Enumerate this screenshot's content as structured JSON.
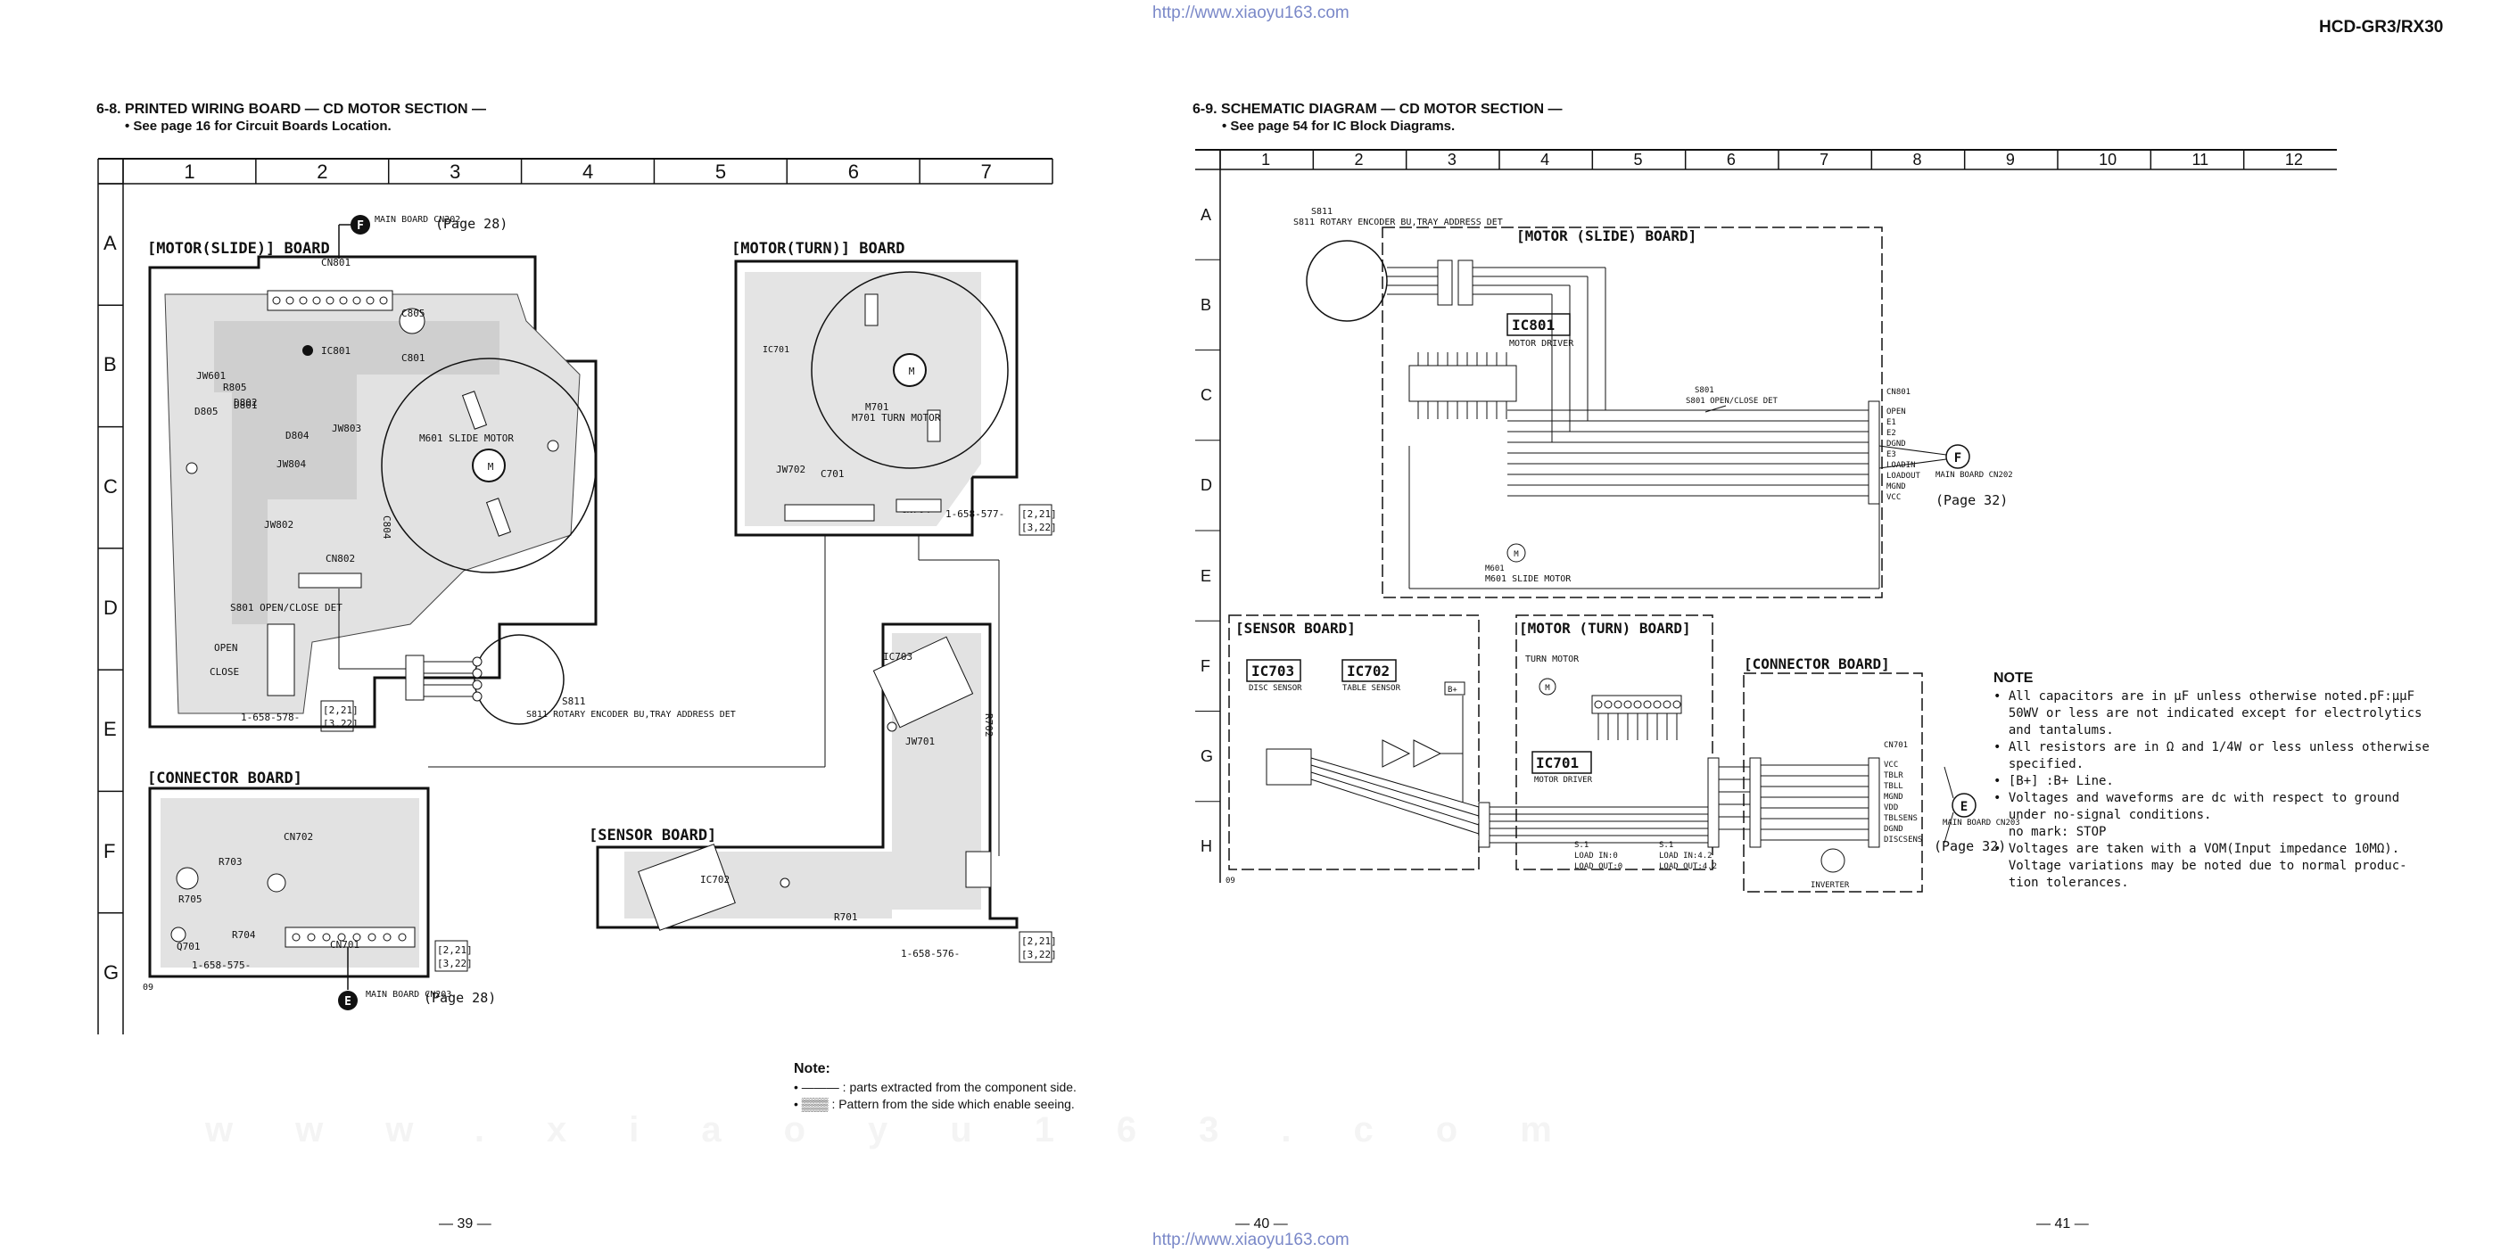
{
  "header": {
    "url_top": "http://www.xiaoyu163.com",
    "url_bottom": "http://www.xiaoyu163.com",
    "model": "HCD-GR3/RX30"
  },
  "left": {
    "title": "6-8. PRINTED WIRING BOARD — CD MOTOR SECTION —",
    "subtitle": "• See page 16 for Circuit Boards Location.",
    "columns": [
      "1",
      "2",
      "3",
      "4",
      "5",
      "6",
      "7"
    ],
    "rows": [
      "A",
      "B",
      "C",
      "D",
      "E",
      "F",
      "G"
    ],
    "boards": {
      "slide": "[MOTOR(SLIDE)] BOARD",
      "turn": "[MOTOR(TURN)] BOARD",
      "connector": "[CONNECTOR BOARD]",
      "sensor": "[SENSOR BOARD]"
    },
    "labels": {
      "main_board_f": "MAIN BOARD CN202",
      "page_f": "(Page 28)",
      "main_board_e": "MAIN BOARD CN203",
      "page_e": "(Page 28)",
      "m601": "M601 SLIDE MOTOR",
      "m701": "M701 TURN MOTOR",
      "s801": "S801 OPEN/CLOSE DET",
      "s811": "S811 ROTARY ENCODER BU,TRAY ADDRESS DET",
      "ref_slide": "1-658-578-",
      "ref_turn": "1-658-577-",
      "ref_conn": "1-658-575-",
      "ref_sensor": "1-658-576-",
      "box_ref": "[2,21] [3,22]",
      "corner": "09"
    },
    "note": {
      "title": "Note:",
      "line1": "• ——— : parts extracted from the component side.",
      "line2": "• ▒▒▒ : Pattern from the side which enable seeing."
    }
  },
  "right": {
    "title": "6-9. SCHEMATIC DIAGRAM — CD MOTOR SECTION —",
    "subtitle": "• See page 54 for IC Block Diagrams.",
    "columns": [
      "1",
      "2",
      "3",
      "4",
      "5",
      "6",
      "7",
      "8",
      "9",
      "10",
      "11",
      "12"
    ],
    "rows": [
      "A",
      "B",
      "C",
      "D",
      "E",
      "F",
      "G",
      "H"
    ],
    "boards": {
      "slide": "[MOTOR (SLIDE) BOARD]",
      "sensor": "[SENSOR BOARD]",
      "turn": "[MOTOR (TURN) BOARD]",
      "connector": "[CONNECTOR BOARD]"
    },
    "labels": {
      "s811": "S811 ROTARY ENCODER BU,TRAY ADDRESS DET",
      "ic801": "IC801",
      "ic801_sub": "MOTOR DRIVER",
      "ic703": "IC703",
      "ic703_sub": "DISC SENSOR",
      "ic702": "IC702",
      "ic702_sub": "TABLE SENSOR",
      "ic701": "IC701",
      "ic701_sub": "MOTOR DRIVER",
      "m601": "M601 SLIDE MOTOR",
      "turn_motor": "TURN MOTOR",
      "s801": "S801 OPEN/CLOSE DET",
      "cn801_pins": [
        "OPEN",
        "E1",
        "E2",
        "DGND",
        "E3",
        "LOADIN",
        "LOADOUT",
        "MGND",
        "VCC"
      ],
      "cn701_pins": [
        "VCC",
        "TBLR",
        "TBLL",
        "MGND",
        "VDD",
        "TBLSENS",
        "DGND",
        "DISCSENS"
      ],
      "main_board_f": "MAIN BOARD CN202",
      "page_f": "(Page 32)",
      "main_board_e": "MAIN BOARD CN203",
      "page_e": "(Page 32)",
      "inverter": "INVERTER",
      "corner": "09"
    },
    "note": {
      "title": "NOTE",
      "lines": [
        "• All capacitors are in µF unless otherwise noted.pF:µµF",
        "  50WV or less are not indicated except for electrolytics",
        "  and tantalums.",
        "• All resistors are in Ω and 1/4W or less unless otherwise",
        "  specified.",
        "• [B+] :B+ Line.",
        "• Voltages and waveforms are dc with respect to ground",
        "  under no-signal conditions.",
        "  no mark: STOP",
        "• Voltages are taken with a VOM(Input impedance 10MΩ).",
        "  Voltage variations may be noted due to normal produc-",
        "  tion tolerances."
      ]
    }
  },
  "pages": {
    "p39": "— 39 —",
    "p40": "— 40 —",
    "p41": "— 41 —"
  },
  "watermark": "www.xiaoyu163.com"
}
